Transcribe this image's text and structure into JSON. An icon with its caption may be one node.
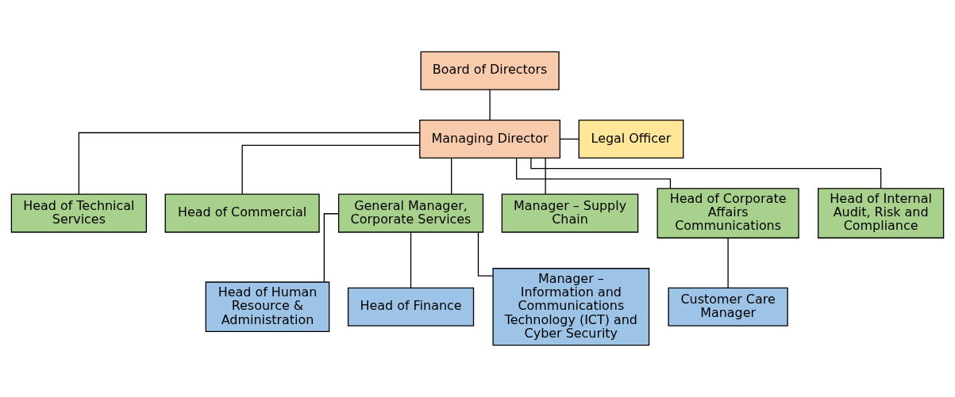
{
  "diagram": {
    "nodes": [
      {
        "text": [
          "Board of Directors"
        ]
      },
      {
        "text": [
          "Managing Director"
        ]
      },
      {
        "text": [
          "Legal Officer"
        ]
      },
      {
        "text": [
          "Head of Technical Services"
        ]
      },
      {
        "text": [
          "Head of Commercial"
        ]
      },
      {
        "text": [
          "General Manager, Corporate Services"
        ]
      },
      {
        "text": [
          "Manager – Supply Chain"
        ]
      },
      {
        "text": [
          "Head of Corporate Affairs Communications"
        ]
      },
      {
        "text": [
          "Head of Internal Audit, Risk and Compliance"
        ]
      },
      {
        "text": [
          "Head of Human Resource & Administration"
        ]
      },
      {
        "text": [
          "Head of Finance"
        ]
      },
      {
        "text": [
          "Manager – Information and Communications Technology (ICT) and Cyber Security"
        ]
      },
      {
        "text": [
          "Customer Care Manager"
        ]
      }
    ],
    "edges": [
      {
        "from": 0,
        "to": 1,
        "arrow": "none"
      },
      {
        "from": 1,
        "to": 2,
        "arrow": "none"
      },
      {
        "from": 1,
        "to": 3,
        "arrow": "none"
      },
      {
        "from": 1,
        "to": 4,
        "arrow": "none"
      },
      {
        "from": 1,
        "to": 5,
        "arrow": "none"
      },
      {
        "from": 1,
        "to": 6,
        "arrow": "none"
      },
      {
        "from": 1,
        "to": 7,
        "arrow": "none"
      },
      {
        "from": 1,
        "to": 8,
        "arrow": "none"
      },
      {
        "from": 5,
        "to": 9,
        "arrow": "none"
      },
      {
        "from": 5,
        "to": 10,
        "arrow": "none"
      },
      {
        "from": 5,
        "to": 11,
        "arrow": "none"
      },
      {
        "from": 7,
        "to": 12,
        "arrow": "none"
      }
    ]
  }
}
